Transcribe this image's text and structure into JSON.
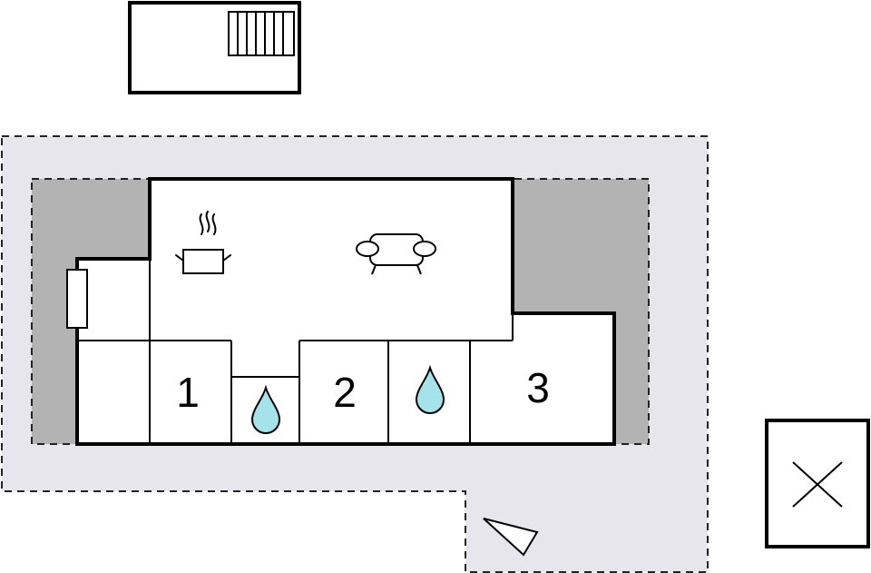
{
  "floorplan": {
    "rooms": [
      {
        "id": "bedroom-1",
        "label": "1"
      },
      {
        "id": "bedroom-2",
        "label": "2"
      },
      {
        "id": "bedroom-3",
        "label": "3"
      }
    ],
    "icons": {
      "kitchen": "cooking-pot-icon",
      "living": "sofa-icon",
      "bathroom": "water-drop-icon",
      "entrance": "door-icon",
      "view": "camera-view-icon",
      "outbuilding": "crossed-box-icon",
      "stairs": "stairs-icon"
    },
    "colors": {
      "terrace": "#e6e6ec",
      "roof": "#b3b3b3",
      "wall": "#000000",
      "water": "#a5e3ea"
    }
  }
}
